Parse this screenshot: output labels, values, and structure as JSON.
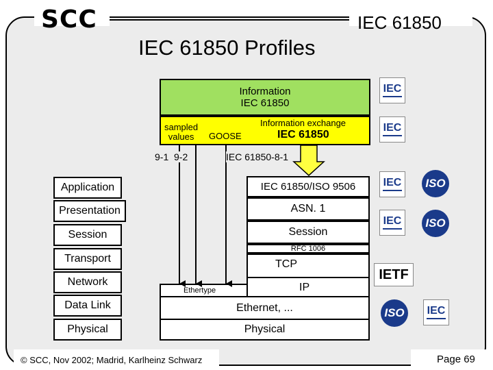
{
  "header": {
    "logo": "SCC",
    "brand": "IEC 61850",
    "title": "IEC 61850 Profiles"
  },
  "stack": {
    "information": {
      "line1": "Information",
      "line2": "IEC 61850"
    },
    "exchange": {
      "small": "Information exchange",
      "big": "IEC 61850"
    },
    "sampled_values": {
      "line1": "sampled",
      "line2": "values"
    },
    "goose": "GOOSE",
    "label_91": "9-1",
    "label_92": "9-2",
    "label_81": "IEC 61850-8-1",
    "rows": {
      "application": "IEC 61850/ISO 9506",
      "presentation": "ASN. 1",
      "session": "Session",
      "rfc": "RFC 1006",
      "tcp": "TCP",
      "ethertype": "Ethertype",
      "ip": "IP",
      "ethernet": "Ethernet, ...",
      "physical": "Physical"
    }
  },
  "osi_layers": [
    "Application",
    "Presentation",
    "Session",
    "Transport",
    "Network",
    "Data Link",
    "Physical"
  ],
  "logos": {
    "iec": "IEC",
    "iso": "ISO",
    "ietf": "IETF"
  },
  "footer": {
    "copyright": "© SCC, Nov 2002; Madrid, Karlheinz Schwarz",
    "page": "Page 69"
  },
  "colors": {
    "green": "#a0e060",
    "yellow": "#ffff00",
    "arrow": "#ffff40",
    "frame_bg": "#ececec",
    "logo_blue": "#1a3a8a"
  }
}
